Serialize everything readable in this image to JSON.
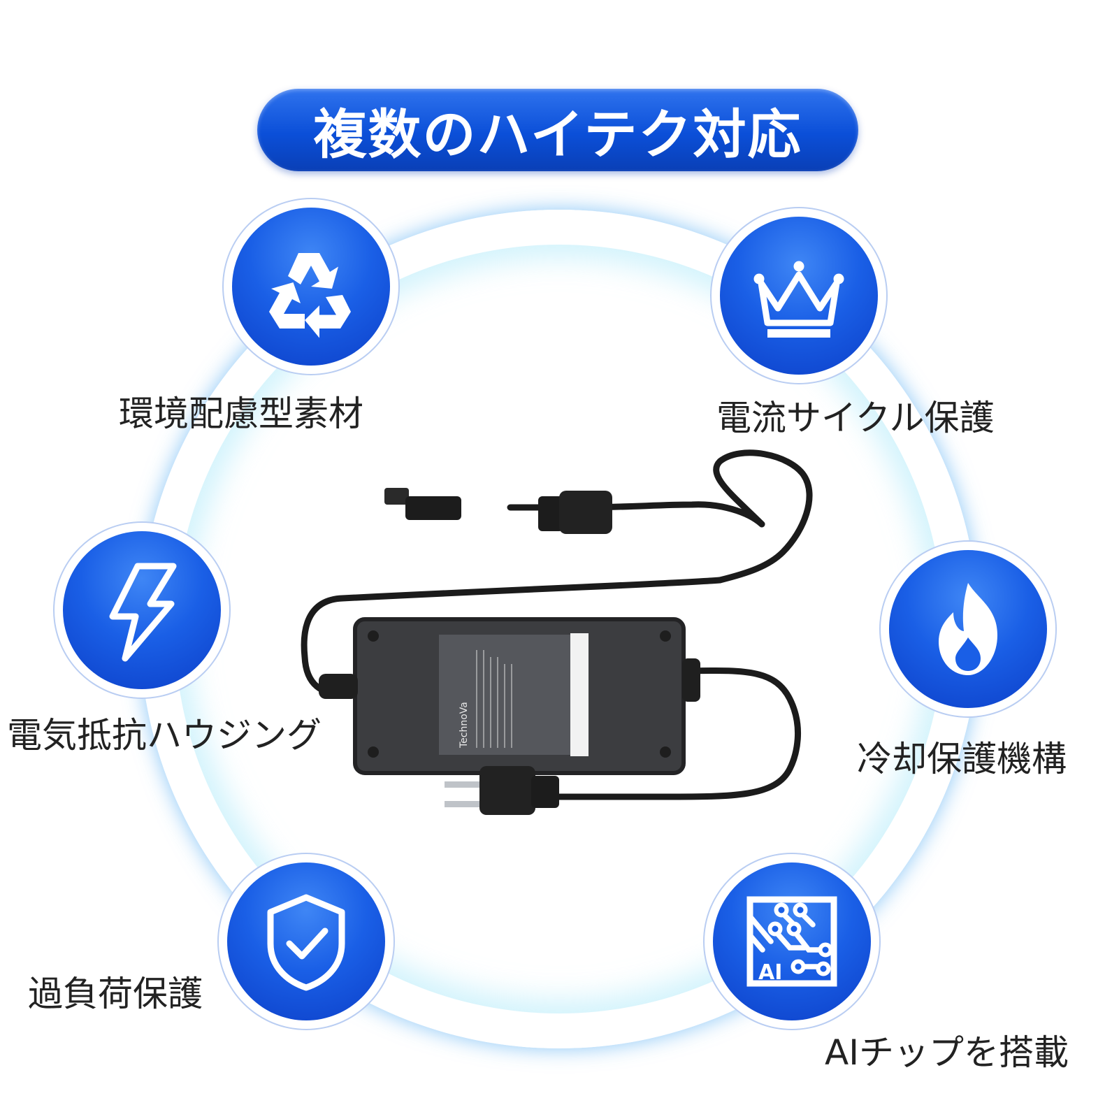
{
  "title": "複数のハイテク対応",
  "features": [
    {
      "id": "eco",
      "label": "環境配慮型素材",
      "icon": "recycle-icon"
    },
    {
      "id": "cycle",
      "label": "電流サイクル保護",
      "icon": "crown-icon"
    },
    {
      "id": "resist",
      "label": "電気抵抗ハウジング",
      "icon": "lightning-bolt-icon"
    },
    {
      "id": "cool",
      "label": "冷却保護機構",
      "icon": "flame-icon"
    },
    {
      "id": "overload",
      "label": "過負荷保護",
      "icon": "shield-check-icon"
    },
    {
      "id": "ai",
      "label": "AIチップを搭載",
      "icon": "ai-chip-icon"
    }
  ],
  "product": {
    "brand": "TechnoVa"
  },
  "colors": {
    "accent": "#1a5fe6",
    "ring": "#2a8de8",
    "label": "#222222"
  }
}
